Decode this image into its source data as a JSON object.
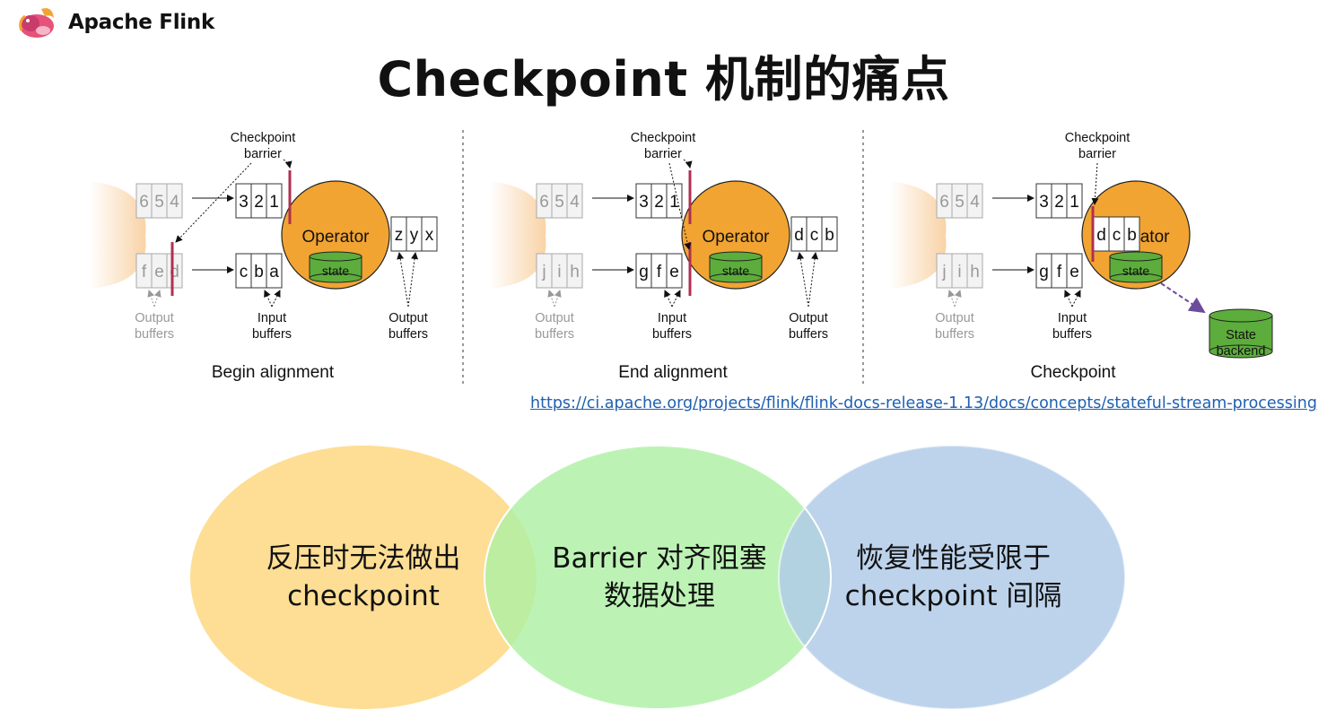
{
  "header": {
    "brand": "Apache Flink",
    "title": "Checkpoint 机制的痛点"
  },
  "diagram": {
    "panels": [
      {
        "caption": "Begin alignment",
        "barrier_label": [
          "Checkpoint",
          "barrier"
        ],
        "top_output_buffer": [
          "6",
          "5",
          "4"
        ],
        "bottom_output_buffer": [
          "f",
          "e",
          "d"
        ],
        "top_input_buffer": [
          "3",
          "2",
          "1"
        ],
        "bottom_input_buffer": [
          "c",
          "b",
          "a"
        ],
        "operator_label": "Operator",
        "state_label": "state",
        "out_buffer": [
          "z",
          "y",
          "x"
        ],
        "left_buffers_label": [
          "Output",
          "buffers"
        ],
        "input_buffers_label": [
          "Input",
          "buffers"
        ],
        "right_buffers_label": [
          "Output",
          "buffers"
        ]
      },
      {
        "caption": "End alignment",
        "barrier_label": [
          "Checkpoint",
          "barrier"
        ],
        "top_output_buffer": [
          "6",
          "5",
          "4"
        ],
        "bottom_output_buffer": [
          "j",
          "i",
          "h"
        ],
        "top_input_buffer": [
          "3",
          "2",
          "1"
        ],
        "bottom_input_buffer": [
          "g",
          "f",
          "e"
        ],
        "operator_label": "Operator",
        "state_label": "state",
        "out_buffer": [
          "d",
          "c",
          "b"
        ],
        "left_buffers_label": [
          "Output",
          "buffers"
        ],
        "input_buffers_label": [
          "Input",
          "buffers"
        ],
        "right_buffers_label": [
          "Output",
          "buffers"
        ]
      },
      {
        "caption": "Checkpoint",
        "barrier_label": [
          "Checkpoint",
          "barrier"
        ],
        "top_output_buffer": [
          "6",
          "5",
          "4"
        ],
        "bottom_output_buffer": [
          "j",
          "i",
          "h"
        ],
        "top_input_buffer": [
          "3",
          "2",
          "1"
        ],
        "bottom_input_buffer": [
          "g",
          "f",
          "e"
        ],
        "operator_label": "Operator",
        "state_label": "state",
        "out_buffer": [
          "d",
          "c",
          "b"
        ],
        "left_buffers_label": [
          "Output",
          "buffers"
        ],
        "input_buffers_label": [
          "Input",
          "buffers"
        ],
        "state_backend_label": [
          "State",
          "backend"
        ]
      }
    ]
  },
  "reference_link": "https://ci.apache.org/projects/flink/flink-docs-release-1.13/docs/concepts/stateful-stream-processing",
  "venn": {
    "circles": [
      {
        "lines": [
          "反压时无法做出",
          "checkpoint"
        ],
        "color": "#fddc8e"
      },
      {
        "lines": [
          "Barrier 对齐阻塞",
          "数据处理"
        ],
        "color": "#abf0a2"
      },
      {
        "lines": [
          "恢复性能受限于",
          "checkpoint 间隔"
        ],
        "color": "#b1cbe9"
      }
    ]
  },
  "colors": {
    "operator": "#f2a432",
    "state": "#5cad3c",
    "barrier": "#b03050",
    "link": "#1f5fb0",
    "state_arrow": "#6b4c9a"
  }
}
